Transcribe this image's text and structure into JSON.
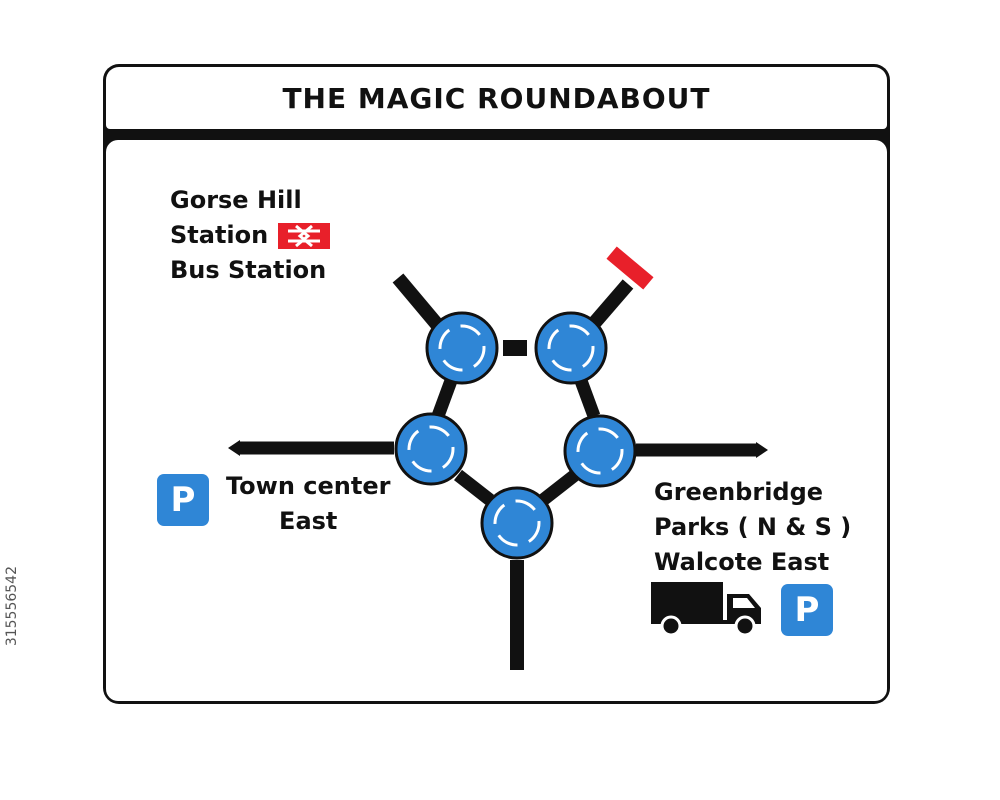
{
  "sign": {
    "title": "THE MAGIC ROUNDABOUT",
    "colors": {
      "frame": "#111111",
      "roundabout": "#2f86d6",
      "parking": "#2f86d6",
      "no_entry": "#e8202a",
      "rail": "#e8202a"
    }
  },
  "destinations": {
    "top_left": [
      "Gorse Hill",
      "Station",
      "Bus Station"
    ],
    "middle_left": [
      "Town center",
      "East"
    ],
    "bottom_right": [
      "Greenbridge",
      "Parks ( N & S )",
      "Walcote East"
    ]
  },
  "symbols": {
    "parking": "P",
    "rail_icon": "national-rail-icon",
    "truck_icon": "lorry-icon",
    "no_entry": "no-entry-bar-icon"
  },
  "watermark": {
    "id": "315556542"
  }
}
